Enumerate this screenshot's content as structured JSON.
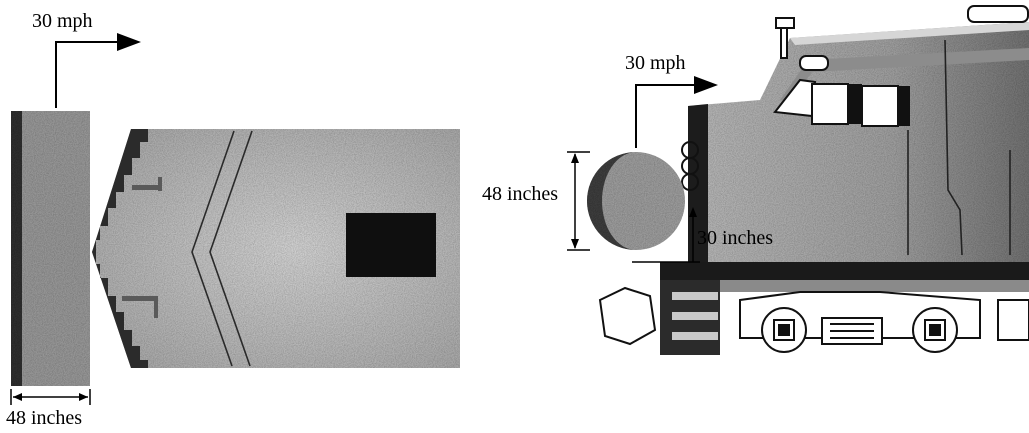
{
  "left_panel": {
    "speed_label": "30 mph",
    "width_label": "48 inches"
  },
  "right_panel": {
    "speed_label": "30 mph",
    "diameter_label": "48 inches",
    "height_label": "30 inches"
  },
  "colors": {
    "ink": "#000000",
    "body_gray": "#a9a9a9",
    "dark_gray": "#5e5e5e",
    "light_gray": "#c9c9c9",
    "window_black": "#111111"
  }
}
